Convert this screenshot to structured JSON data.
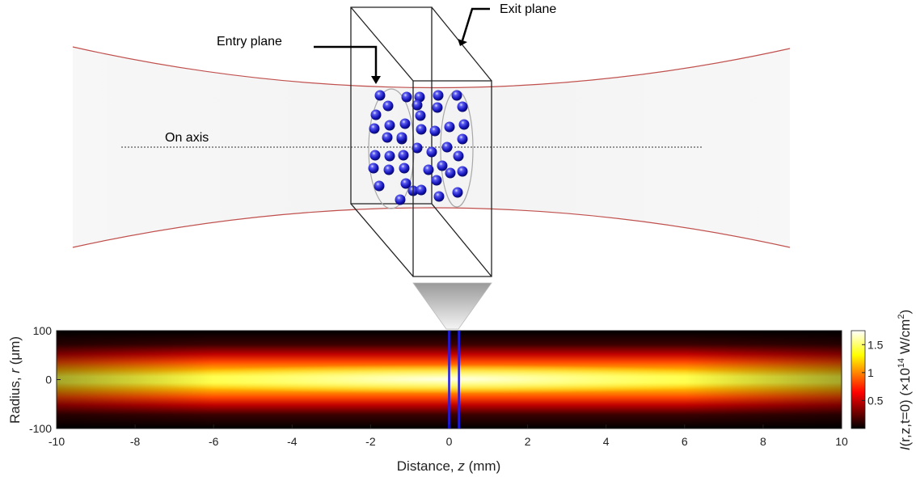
{
  "labels": {
    "exit_plane": "Exit plane",
    "entry_plane": "Entry plane",
    "on_axis": "On axis"
  },
  "plot": {
    "x_label_pre": "Distance, ",
    "x_label_var": "z",
    "x_label_post": " (mm)",
    "y_label_pre": "Radius, ",
    "y_label_var": "r",
    "y_label_post": " (μm)",
    "x_ticks": [
      "-10",
      "-8",
      "-6",
      "-4",
      "-2",
      "0",
      "2",
      "4",
      "6",
      "8",
      "10"
    ],
    "y_ticks": [
      "100",
      "0",
      "-100"
    ],
    "colorbar_ticks": [
      "1.5",
      "1",
      "0.5"
    ],
    "colorbar_label": "I(r,z,t=0) (×10¹⁴ W/cm²)",
    "colorbar_label_italic": "I",
    "colorbar_label_rest": "(r,z,t=0) (×10",
    "colorbar_label_exp": "14",
    "colorbar_label_unit": " W/cm",
    "colorbar_label_exp2": "2",
    "colorbar_label_close": ")"
  },
  "colors": {
    "beam_outline": "#c0504d",
    "particle": "#1e1ecc",
    "plane_marker": "#1a1aff"
  },
  "chart_data": {
    "type": "heatmap",
    "title": "",
    "xlabel": "Distance, z (mm)",
    "ylabel": "Radius, r (μm)",
    "colorbar_label": "I(r,z,t=0) (×10^14 W/cm^2)",
    "xlim": [
      -10,
      10
    ],
    "ylim": [
      -100,
      100
    ],
    "clim": [
      0,
      1.75
    ],
    "colormap": "hot",
    "x_ticks": [
      -10,
      -8,
      -6,
      -4,
      -2,
      0,
      2,
      4,
      6,
      8,
      10
    ],
    "y_ticks": [
      -100,
      0,
      100
    ],
    "colorbar_ticks": [
      0.5,
      1,
      1.5
    ],
    "peak_intensity": 1.75,
    "markers": [
      {
        "z": 0,
        "label": "Entry plane"
      },
      {
        "z": 0.25,
        "label": "Exit plane"
      }
    ]
  }
}
